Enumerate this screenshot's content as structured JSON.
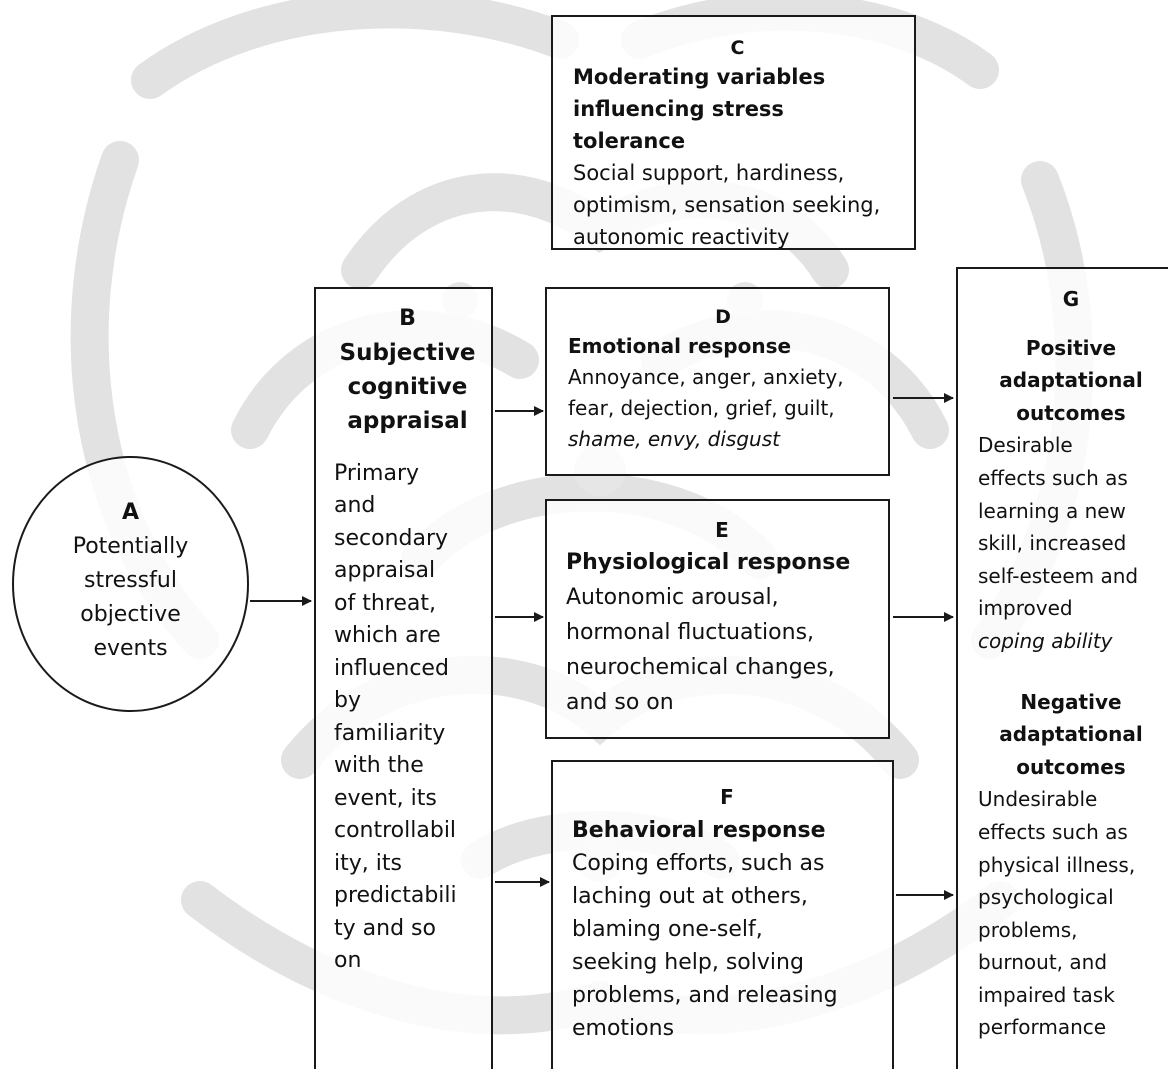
{
  "nodes": {
    "a": {
      "letter": "A",
      "text": "Potentially\nstressful\nobjective\nevents"
    },
    "b": {
      "letter": "B",
      "title": "Subjective\ncognitive\nappraisal",
      "body": "Primary\nand\nsecondary\nappraisal\nof threat,\nwhich are\ninfluenced\nby\nfamiliarity\nwith the\nevent, its\ncontrollabil\nity, its\npredictabili\nty and so\non"
    },
    "c": {
      "letter": "C",
      "title": "Moderating variables\ninfluencing stress tolerance",
      "body": "Social support, hardiness,\noptimism, sensation seeking,\nautonomic reactivity"
    },
    "d": {
      "letter": "D",
      "title": "Emotional response",
      "body_normal": "Annoyance, anger, anxiety,\nfear, dejection, grief, guilt,",
      "body_italic": "shame, envy, disgust"
    },
    "e": {
      "letter": "E",
      "title": "Physiological response",
      "body": "Autonomic arousal,\nhormonal fluctuations,\nneurochemical changes,\nand so on"
    },
    "f": {
      "letter": "F",
      "title": "Behavioral response",
      "body": "Coping efforts, such as\nlaching out at others,\nblaming one-self,\nseeking help, solving\nproblems, and releasing\nemotions"
    },
    "g": {
      "letter": "G",
      "positive_title": "Positive\nadaptational\noutcomes",
      "positive_body": "Desirable\neffects such as\nlearning a new\nskill, increased\nself-esteem and\nimproved",
      "positive_italic": "coping ability",
      "negative_title": "Negative\nadaptational\noutcomes",
      "negative_body": "Undesirable\neffects such as\nphysical illness,\npsychological\nproblems,\nburnout, and\nimpaired task\nperformance"
    }
  },
  "colors": {
    "stroke": "#1a1a1a",
    "watermark": "#dcdcdc"
  }
}
